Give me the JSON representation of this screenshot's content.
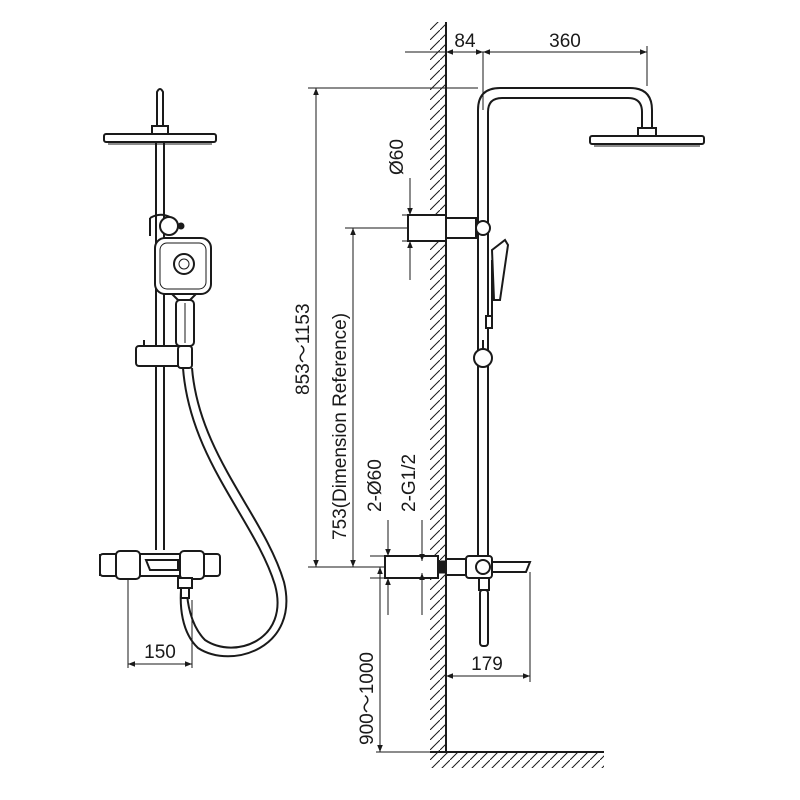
{
  "dimensions": {
    "wall_offset": "84",
    "arm_length": "360",
    "head_diameter": "Ø60",
    "height_range": "853～1153",
    "reference_height": "753(Dimension Reference)",
    "inlet_diameter": "2-Ø60",
    "inlet_thread": "2-G1/2",
    "floor_height": "900～1000",
    "spout_depth": "179",
    "inlet_spacing": "150"
  },
  "colors": {
    "line": "#1a1a1a",
    "background": "#ffffff"
  }
}
